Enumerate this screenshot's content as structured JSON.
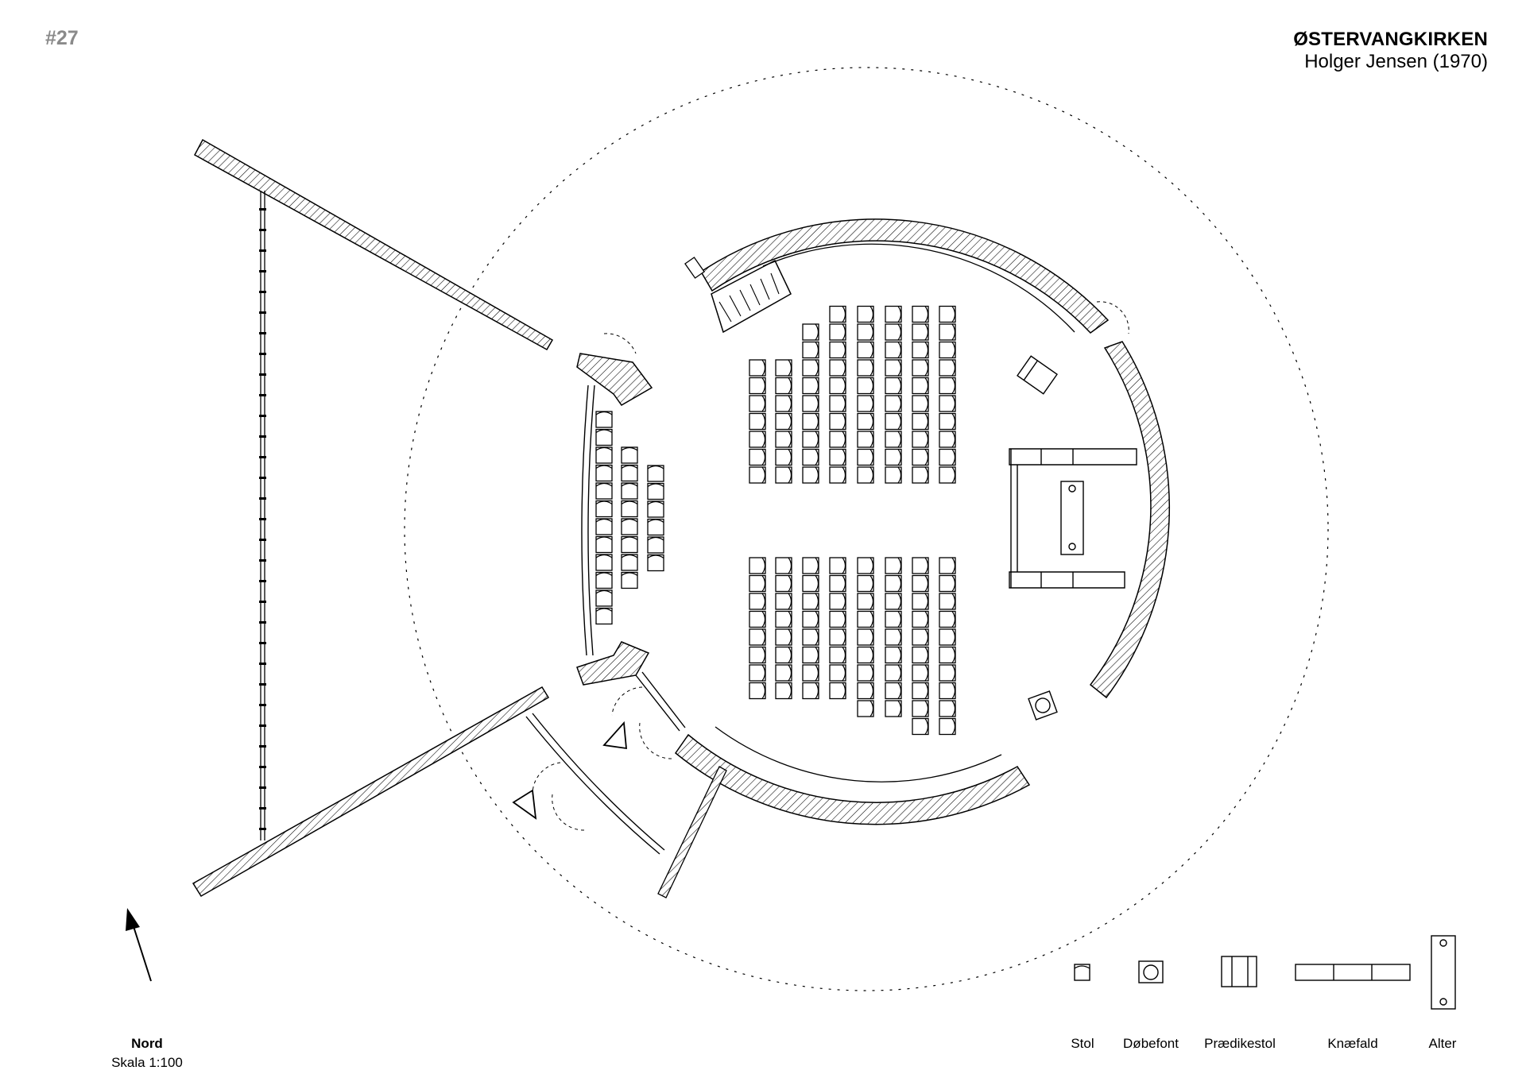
{
  "header": {
    "plate_number": "#27",
    "title": "ØSTERVANGKIRKEN",
    "subtitle": "Holger Jensen (1970)"
  },
  "north": {
    "label": "Nord",
    "scale": "Skala 1:100"
  },
  "legend": [
    {
      "symbol": "chair",
      "label": "Stol"
    },
    {
      "symbol": "font",
      "label": "Døbefont"
    },
    {
      "symbol": "pulpit",
      "label": "Prædikestol"
    },
    {
      "symbol": "kneeler",
      "label": "Knæfald"
    },
    {
      "symbol": "altar",
      "label": "Alter"
    }
  ],
  "colors": {
    "line": "#000000",
    "header_number": "#8a8a8a"
  },
  "seating": {
    "north_block_columns": [
      7,
      7,
      9,
      10,
      10,
      10,
      10,
      10
    ],
    "south_block_columns": [
      8,
      8,
      8,
      8,
      9,
      9,
      10,
      10
    ],
    "west_rows": [
      12,
      8,
      6
    ]
  }
}
